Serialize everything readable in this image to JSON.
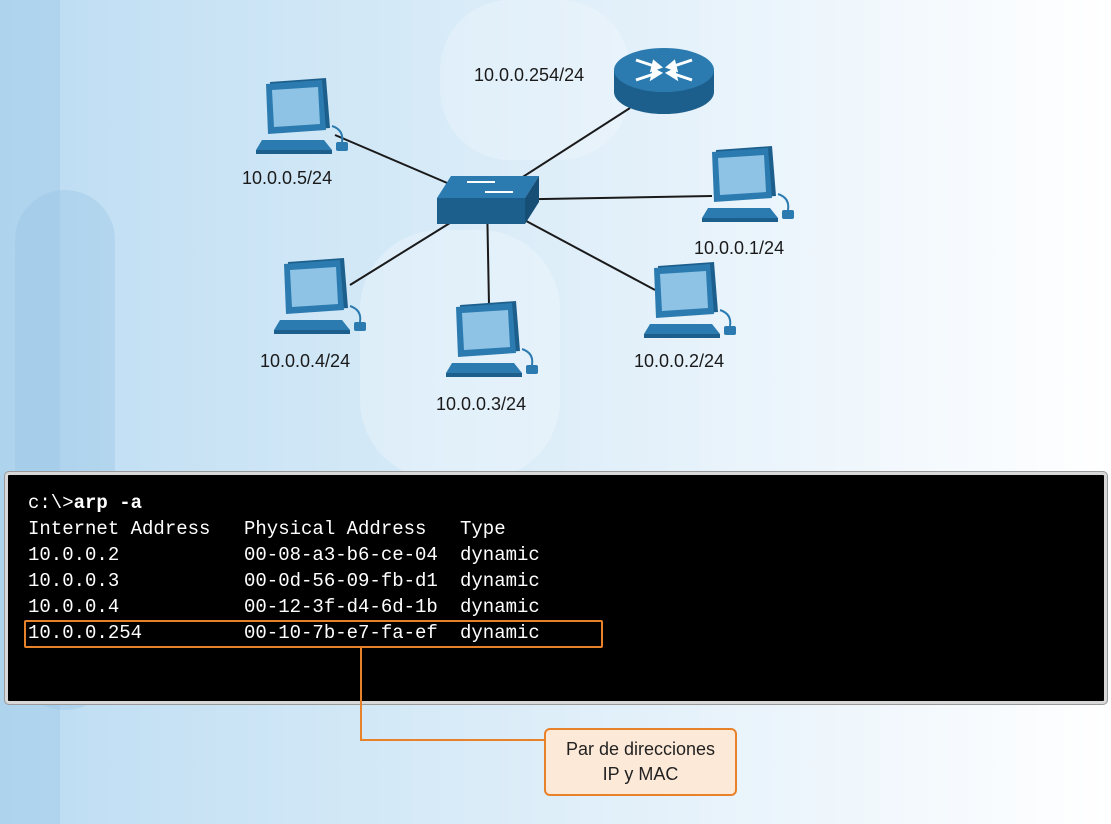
{
  "topology": {
    "router": {
      "label": "10.0.0.254/24"
    },
    "switch": {
      "label": ""
    },
    "hosts": [
      {
        "label": "10.0.0.5/24"
      },
      {
        "label": "10.0.0.1/24"
      },
      {
        "label": "10.0.0.4/24"
      },
      {
        "label": "10.0.0.3/24"
      },
      {
        "label": "10.0.0.2/24"
      }
    ]
  },
  "terminal": {
    "prompt": "c:\\>",
    "command": "arp -a",
    "headers": [
      "Internet Address",
      "Physical Address",
      "Type"
    ],
    "rows": [
      {
        "ip": "10.0.0.2",
        "mac": "00-08-a3-b6-ce-04",
        "type": "dynamic"
      },
      {
        "ip": "10.0.0.3",
        "mac": "00-0d-56-09-fb-d1",
        "type": "dynamic"
      },
      {
        "ip": "10.0.0.4",
        "mac": "00-12-3f-d4-6d-1b",
        "type": "dynamic"
      },
      {
        "ip": "10.0.0.254",
        "mac": "00-10-7b-e7-fa-ef",
        "type": "dynamic"
      }
    ]
  },
  "callout": {
    "line1": "Par de direcciones",
    "line2": "IP y MAC"
  },
  "colors": {
    "device_blue": "#2b7bb0",
    "device_dark": "#1d5f8c",
    "highlight": "#e8822a",
    "callout_fill": "#fde9d8"
  }
}
